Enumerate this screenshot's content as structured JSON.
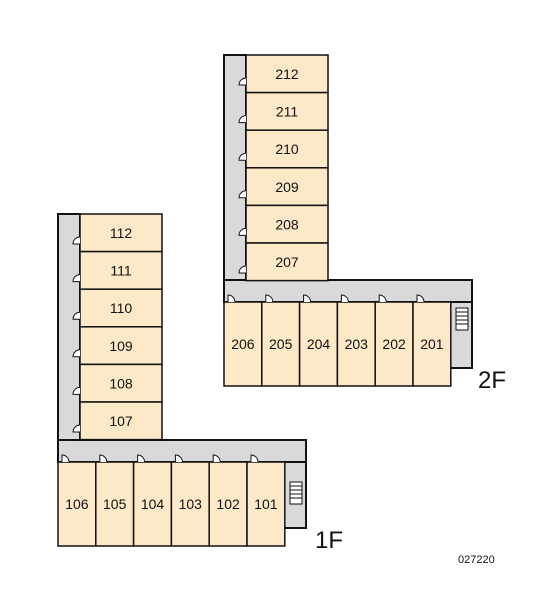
{
  "floors": [
    {
      "label": "1F",
      "vertical_units": [
        "112",
        "111",
        "110",
        "109",
        "108",
        "107"
      ],
      "horizontal_units": [
        "106",
        "105",
        "104",
        "103",
        "102",
        "101"
      ]
    },
    {
      "label": "2F",
      "vertical_units": [
        "212",
        "211",
        "210",
        "209",
        "208",
        "207"
      ],
      "horizontal_units": [
        "206",
        "205",
        "204",
        "203",
        "202",
        "201"
      ]
    }
  ],
  "code": "027220",
  "colors": {
    "unit_fill": "#fde9c8",
    "corridor_fill": "#d9d9d9",
    "wall": "#111111"
  }
}
